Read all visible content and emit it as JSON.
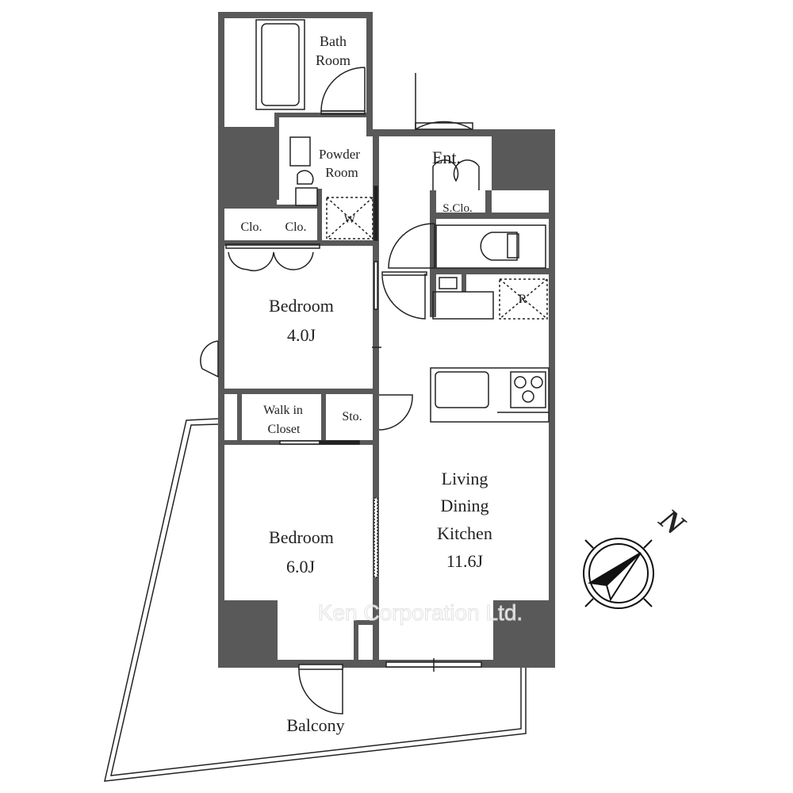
{
  "plan": {
    "rooms": {
      "bath": [
        "Bath",
        "Room"
      ],
      "powder": [
        "Powder",
        "Room"
      ],
      "entrance": "Ent.",
      "shoe_closet": "S.Clo.",
      "washer": "W",
      "closet_1": "Clo.",
      "closet_2": "Clo.",
      "refrigerator": "R",
      "bedroom_1": [
        "Bedroom",
        "4.0J"
      ],
      "walk_in_closet": [
        "Walk in",
        "Closet"
      ],
      "storage": "Sto.",
      "bedroom_2": [
        "Bedroom",
        "6.0J"
      ],
      "ldk": [
        "Living",
        "Dining",
        "Kitchen",
        "11.6J"
      ],
      "balcony": "Balcony"
    },
    "compass_label": "N",
    "watermark": "Ken Corporation Ltd.",
    "colors": {
      "wall": "#595959",
      "line": "#222222"
    }
  }
}
